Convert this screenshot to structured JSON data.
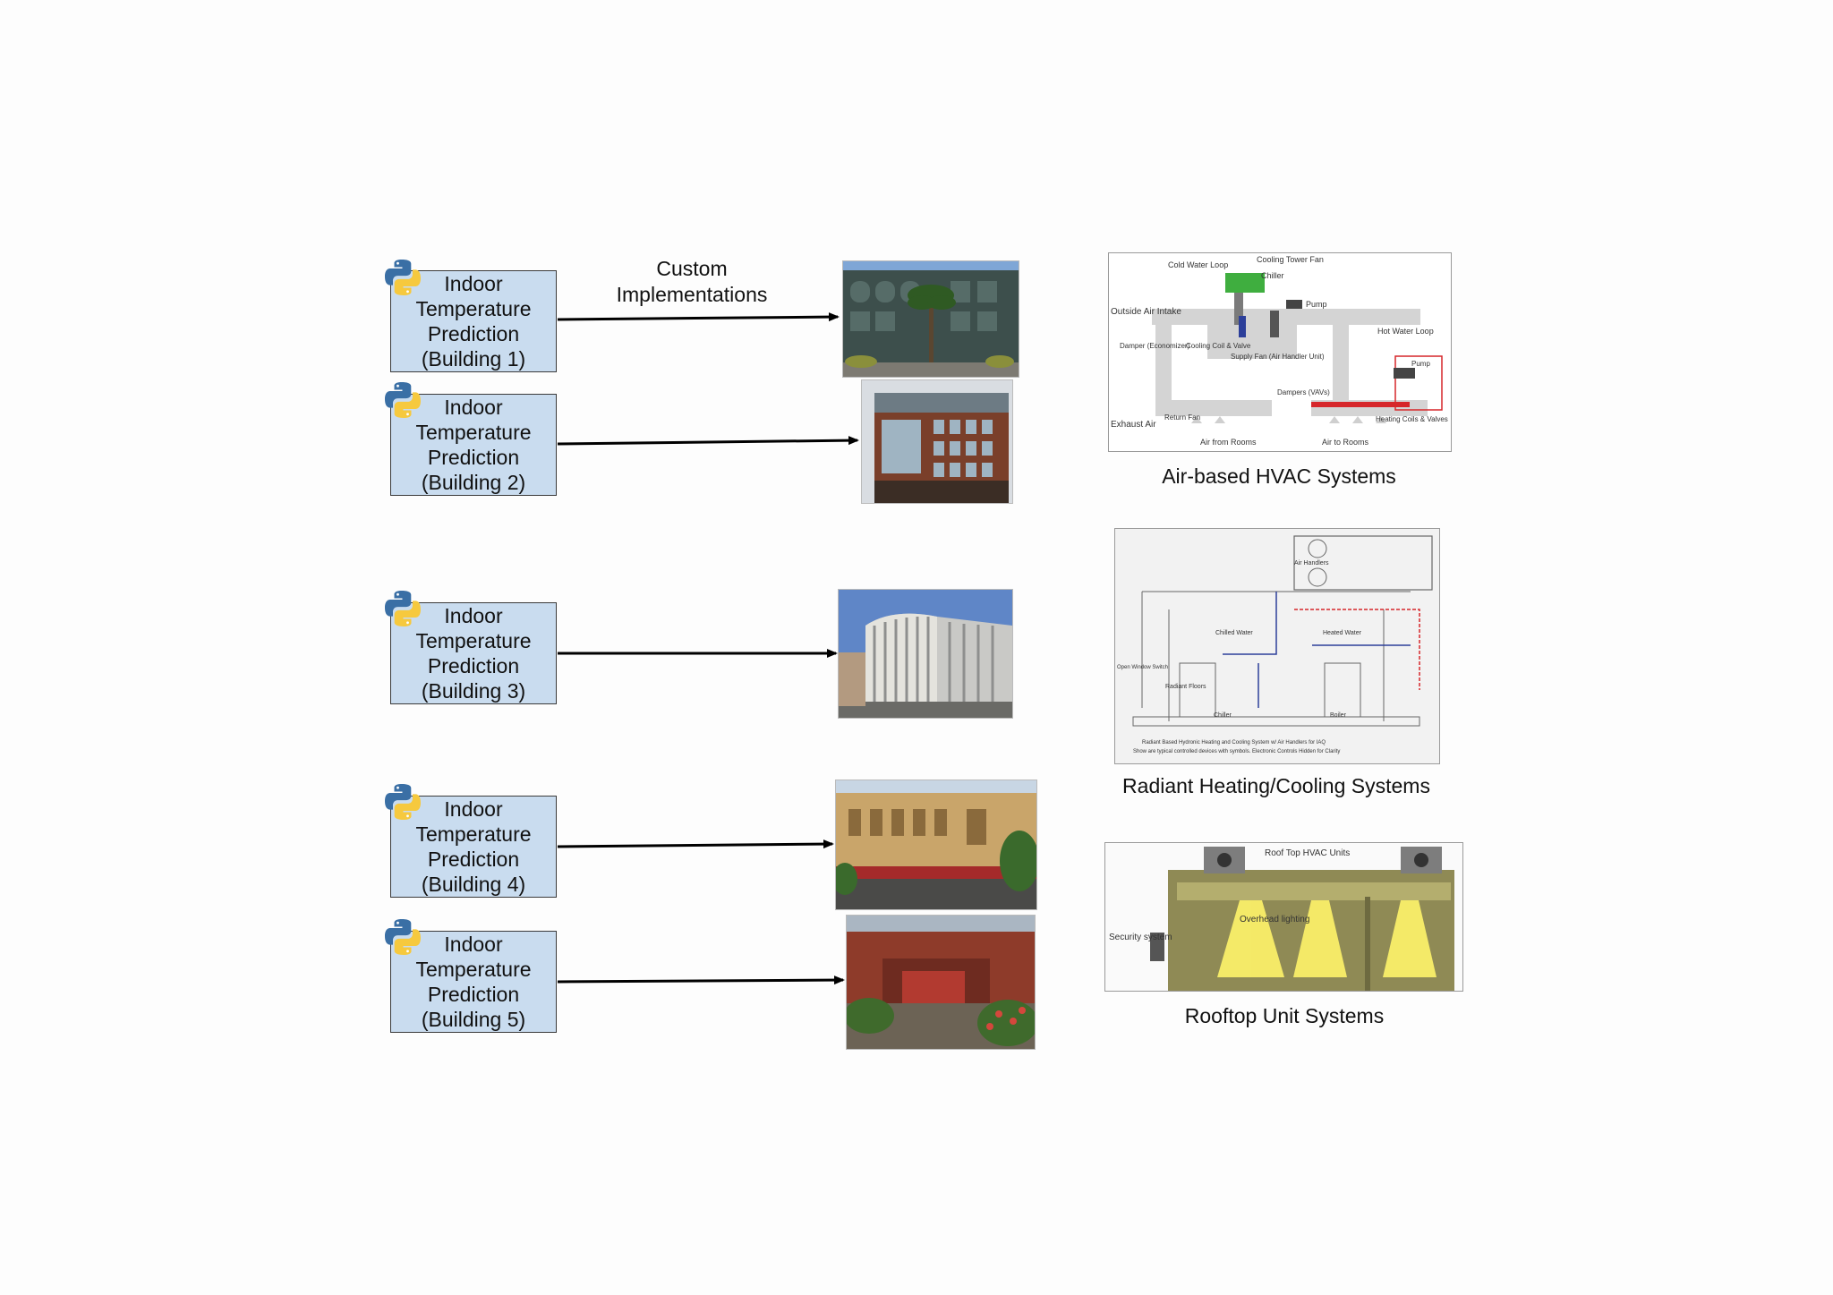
{
  "arrow_label": [
    "Custom",
    "Implementations"
  ],
  "prediction_boxes": [
    {
      "lines": [
        "Indoor",
        "Temperature",
        "Prediction",
        "(Building 1)"
      ]
    },
    {
      "lines": [
        "Indoor",
        "Temperature",
        "Prediction",
        "(Building 2)"
      ]
    },
    {
      "lines": [
        "Indoor",
        "Temperature",
        "Prediction",
        "(Building 3)"
      ]
    },
    {
      "lines": [
        "Indoor",
        "Temperature",
        "Prediction",
        "(Building 4)"
      ]
    },
    {
      "lines": [
        "Indoor",
        "Temperature",
        "Prediction",
        "(Building 5)"
      ]
    }
  ],
  "systems": [
    {
      "title": "Air-based HVAC Systems",
      "labels": [
        "Cold Water Loop",
        "Cooling Tower Fan",
        "Chiller",
        "Pump",
        "Outside Air Intake",
        "Damper (Economizer)",
        "Cooling Coil & Valve",
        "Supply Fan (Air Handler Unit)",
        "Hot Water Loop",
        "Pump",
        "Dampers (VAVs)",
        "Exhaust Air",
        "Return Fan",
        "Heating Coils & Valves",
        "Air from Rooms",
        "Air to Rooms"
      ]
    },
    {
      "title": "Radiant Heating/Cooling Systems",
      "labels": [
        "Air Handlers",
        "Chilled Water",
        "Heated Water",
        "Radiant Floors",
        "Open Window Switch",
        "Chiller",
        "Boiler",
        "Radiant Based Hydronic Heating and Cooling System w/ Air Handlers for IAQ",
        "Show are typical controlled devices with symbols. Electronic Controls Hidden for Clarity"
      ]
    },
    {
      "title": "Rooftop Unit Systems",
      "labels": [
        "Roof Top HVAC Units",
        "Overhead lighting",
        "Security system"
      ]
    }
  ]
}
